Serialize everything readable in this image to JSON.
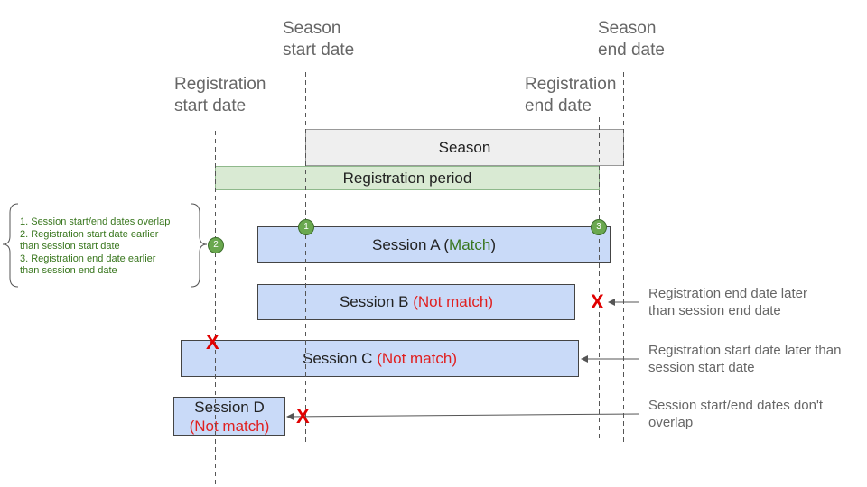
{
  "headers": {
    "season_start": [
      "Season",
      "start date"
    ],
    "season_end": [
      "Season",
      "end date"
    ],
    "registration_start": [
      "Registration",
      "start date"
    ],
    "registration_end": [
      "Registration",
      "end date"
    ]
  },
  "bars": {
    "season": "Season",
    "registration_period": "Registration period"
  },
  "sessions": {
    "a": {
      "name": "Session A (",
      "status": "Match",
      "close": ")"
    },
    "b": {
      "name": "Session B",
      "status": "(Not match)"
    },
    "c": {
      "name": "Session C",
      "status": "(Not match)"
    },
    "d": {
      "name": "Session D",
      "status": "(Not match)"
    }
  },
  "markers": {
    "one": "1",
    "two": "2",
    "three": "3",
    "x": "X"
  },
  "conditions": [
    "1. Session start/end dates overlap",
    "2. Registration start date earlier",
    "than session start date",
    "3. Registration end date earlier",
    "than session end date"
  ],
  "notes": {
    "b": [
      "Registration end date later",
      "than session end date"
    ],
    "c": [
      "Registration start date later than",
      "session start date"
    ],
    "d": [
      "Session start/end dates don't",
      "overlap"
    ]
  },
  "colors": {
    "match": "#38761d",
    "not_match": "#e02020",
    "session_fill": "#c9daf8",
    "registration_fill": "#d9ead3",
    "season_fill": "#efefef"
  }
}
